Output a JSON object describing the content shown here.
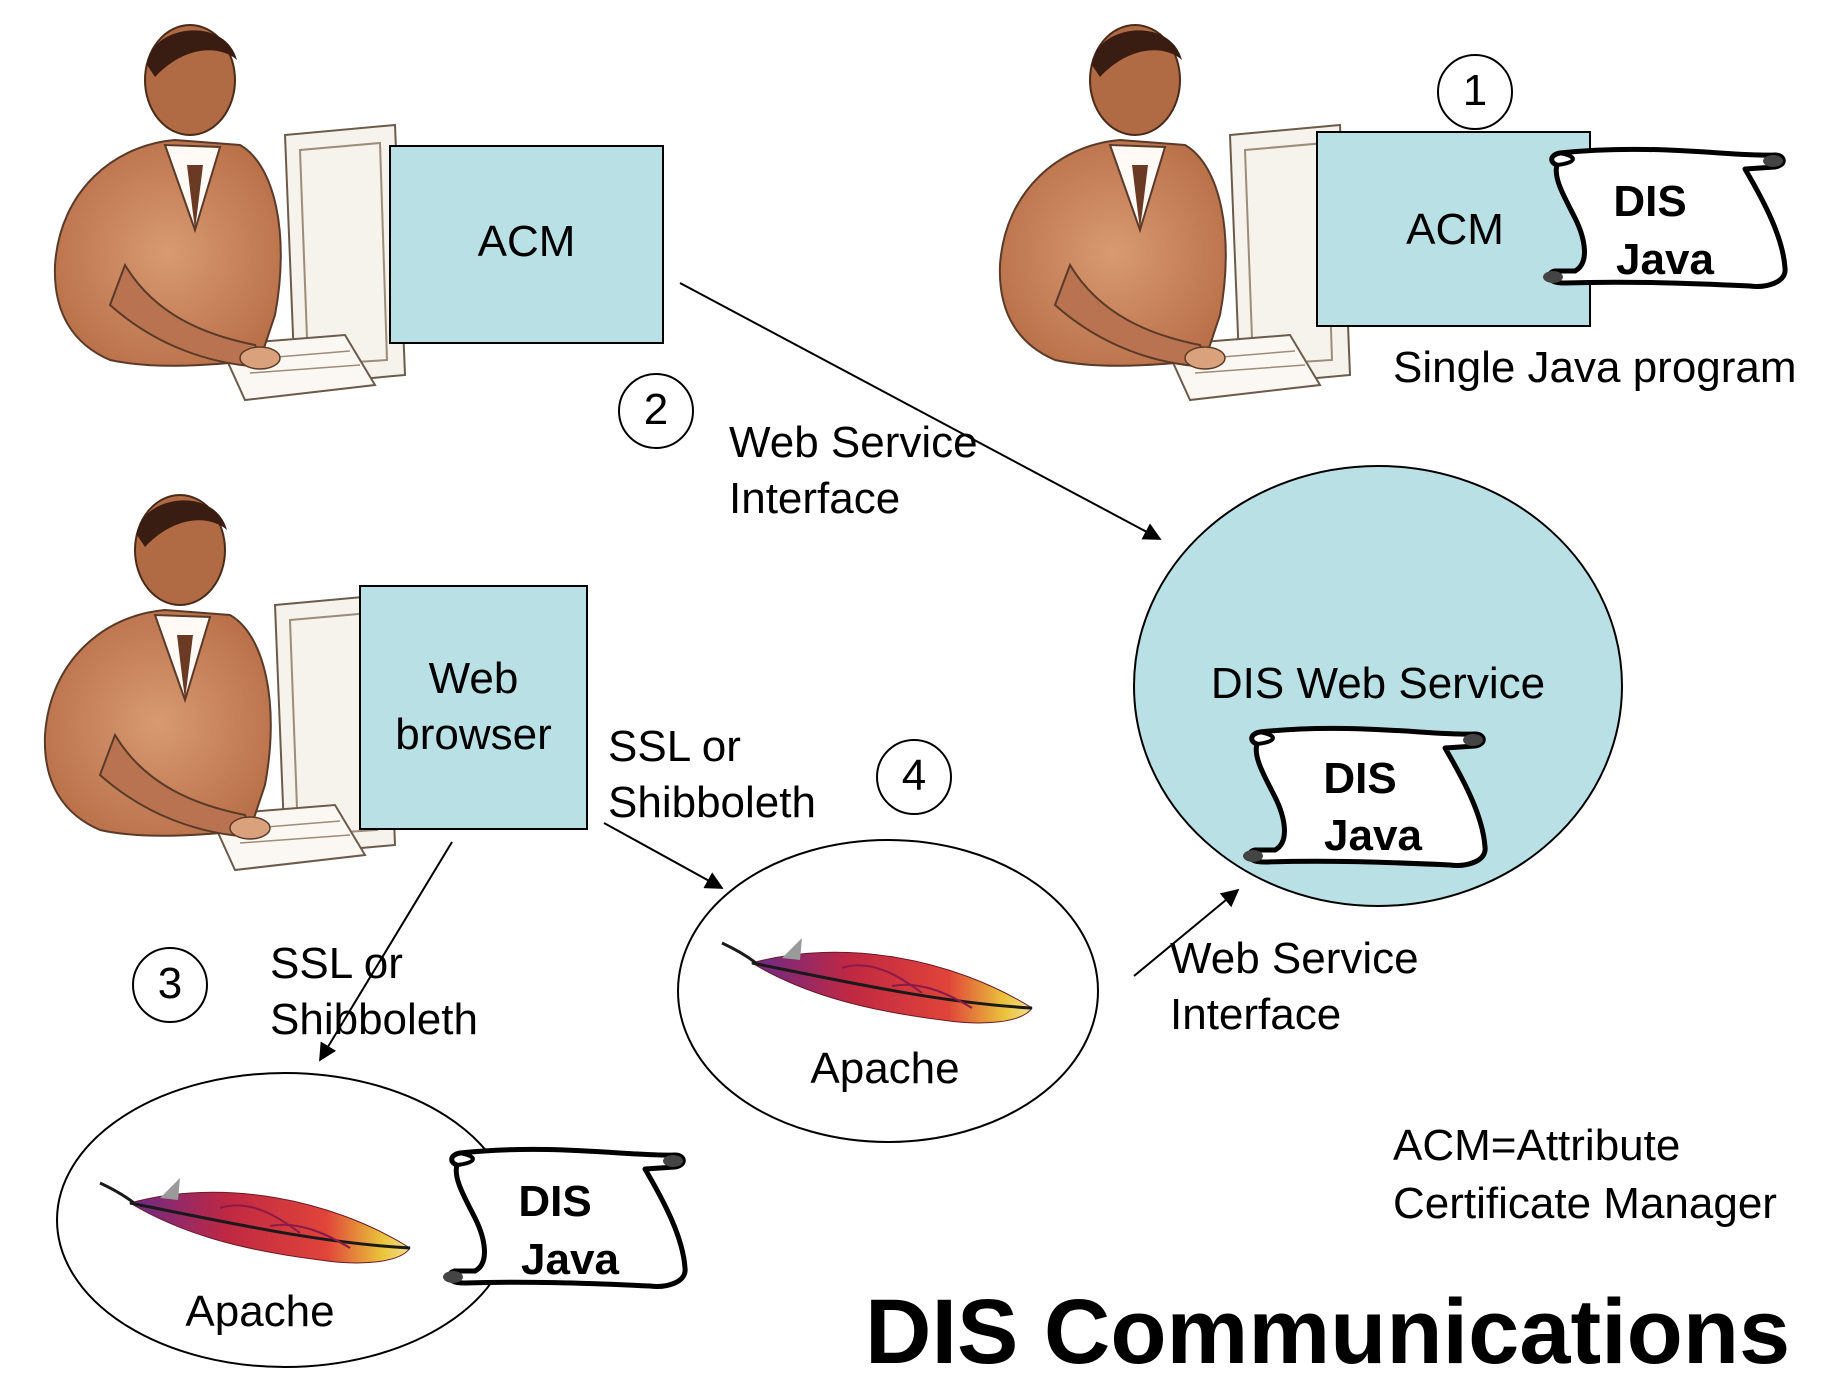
{
  "labels": {
    "acm_top_left": "ACM",
    "acm_top_right": "ACM",
    "single_java": "Single Java program",
    "num_1": "1",
    "num_2": "2",
    "num_3": "3",
    "num_4": "4",
    "ws_interface_1_line1": "Web Service",
    "ws_interface_1_line2": "Interface",
    "ws_interface_2_line1": "Web Service",
    "ws_interface_2_line2": "Interface",
    "web_browser_line1": "Web",
    "web_browser_line2": "browser",
    "ssl_1_line1": "SSL or",
    "ssl_1_line2": "Shibboleth",
    "ssl_2_line1": "SSL or",
    "ssl_2_line2": "Shibboleth",
    "dis_web_service": "DIS Web Service",
    "apache_middle": "Apache",
    "apache_bottom": "Apache",
    "acm_def_line1": "ACM=Attribute",
    "acm_def_line2": "Certificate Manager",
    "title": "DIS Communications"
  },
  "scrolls": {
    "scroll_top_right": [
      "DIS",
      "Java"
    ],
    "scroll_service": [
      "DIS",
      "Java"
    ],
    "scroll_bottom": [
      "DIS",
      "Java"
    ]
  },
  "icons": {
    "person": "person-at-computer-icon",
    "feather": "apache-feather-icon",
    "scroll": "scroll-icon"
  },
  "colors": {
    "box_fill": "#b9e0e4",
    "skin": "#c98560",
    "feather_red": "#d42a3a",
    "feather_purple": "#7a2d8c",
    "feather_yellow": "#e9c33b"
  }
}
